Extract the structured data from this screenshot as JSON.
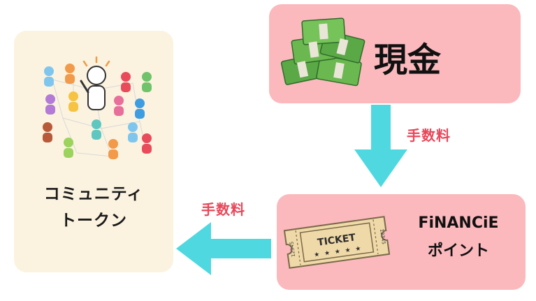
{
  "community": {
    "label_line1": "コミュニティ",
    "label_line2": "トークン",
    "icon": "community-people-icon"
  },
  "cash": {
    "label": "現金",
    "icon": "money-stack-icon"
  },
  "point": {
    "label_line1": "FiNANCiE",
    "label_line2": "ポイント",
    "icon": "ticket-icon",
    "ticket_text": "TICKET",
    "ticket_number_left": "12345",
    "ticket_number_right": "12345"
  },
  "arrows": {
    "down_fee": "手数料",
    "left_fee": "手数料"
  },
  "colors": {
    "card_pink": "#fbb9bd",
    "card_cream": "#fbf3e0",
    "arrow_cyan": "#4fd8e0",
    "fee_red": "#e8475a"
  }
}
